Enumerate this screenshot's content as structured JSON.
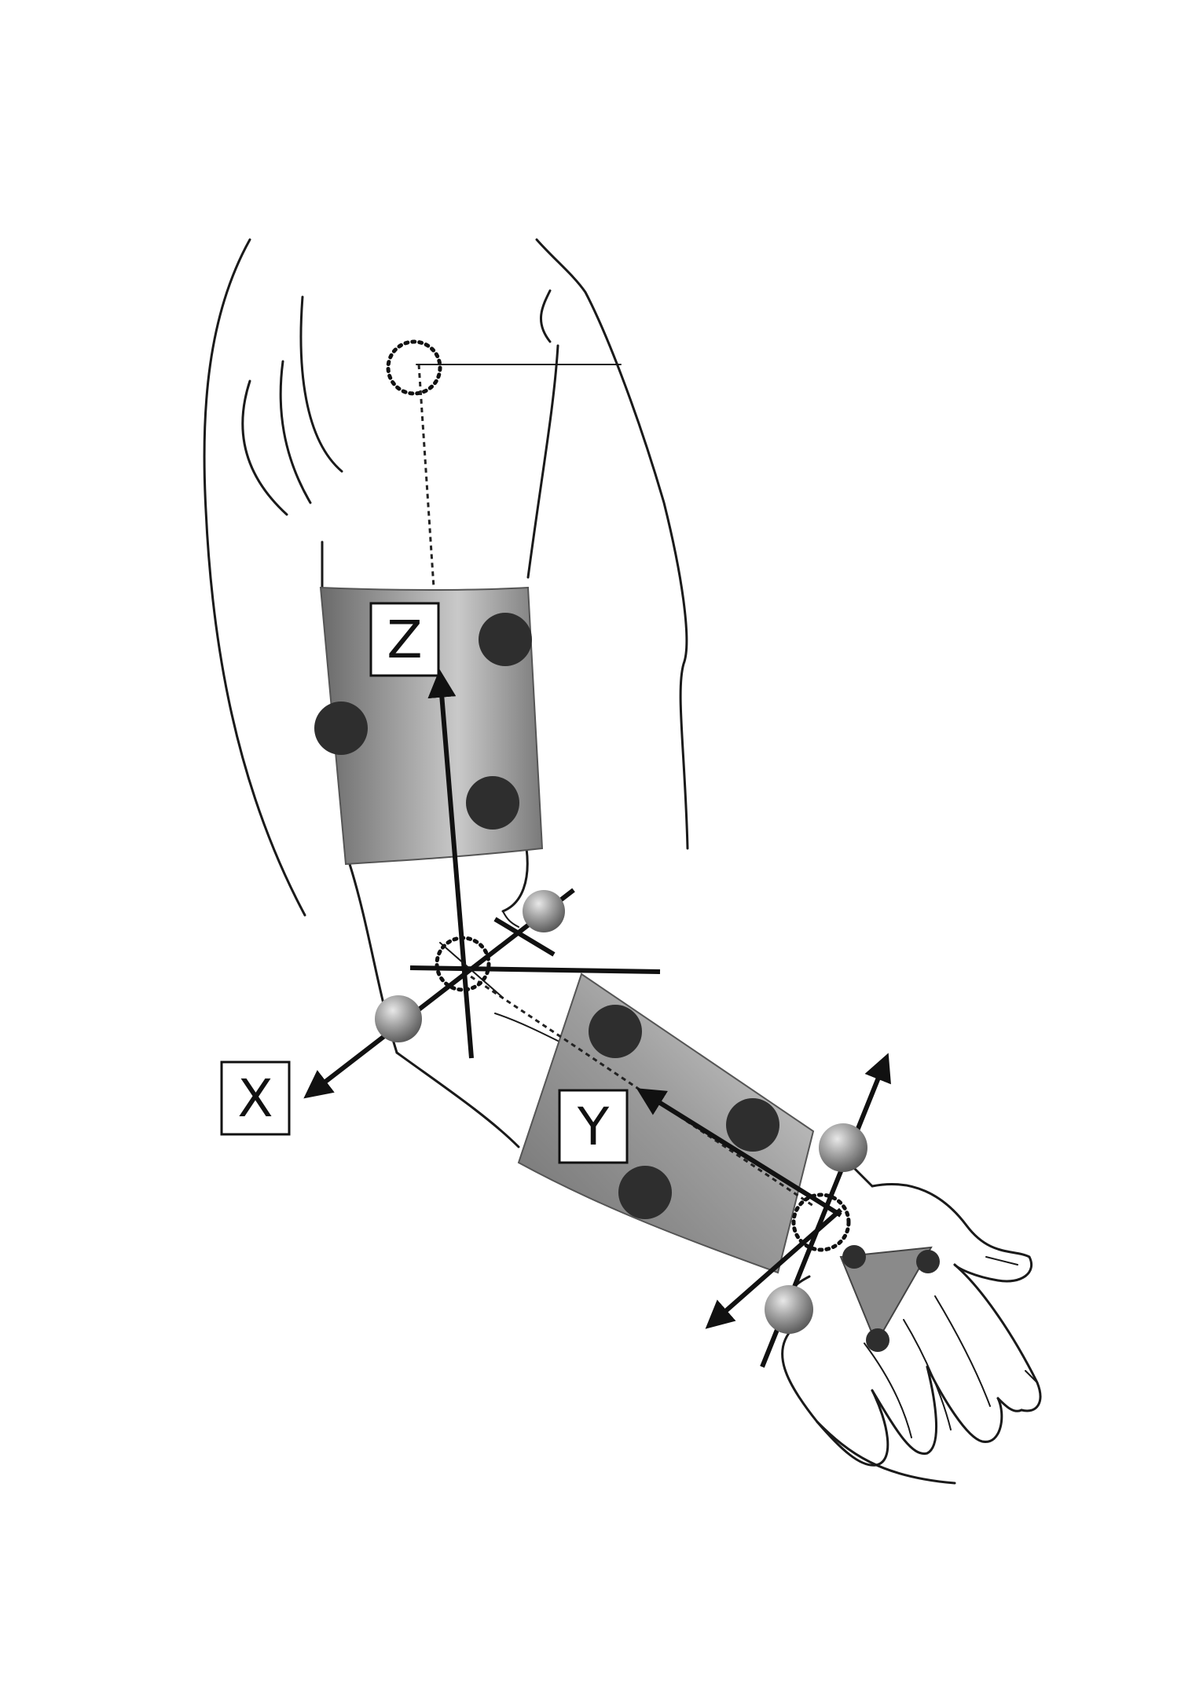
{
  "figure": {
    "axes": [
      {
        "id": "x",
        "label": "X"
      },
      {
        "id": "y",
        "label": "Y"
      },
      {
        "id": "z",
        "label": "Z"
      }
    ]
  },
  "colors": {
    "cuff_dark": "#6a6a6a",
    "cuff_light": "#bdbdbd",
    "marker_dot": "#2e2e2e",
    "reflective_marker": "#9a9a9a",
    "line": "#111111"
  },
  "icons": [
    "upper-arm-sensor-cuff",
    "forearm-sensor-cuff",
    "hand-sensor-plate",
    "reflective-marker",
    "joint-center-ring"
  ]
}
